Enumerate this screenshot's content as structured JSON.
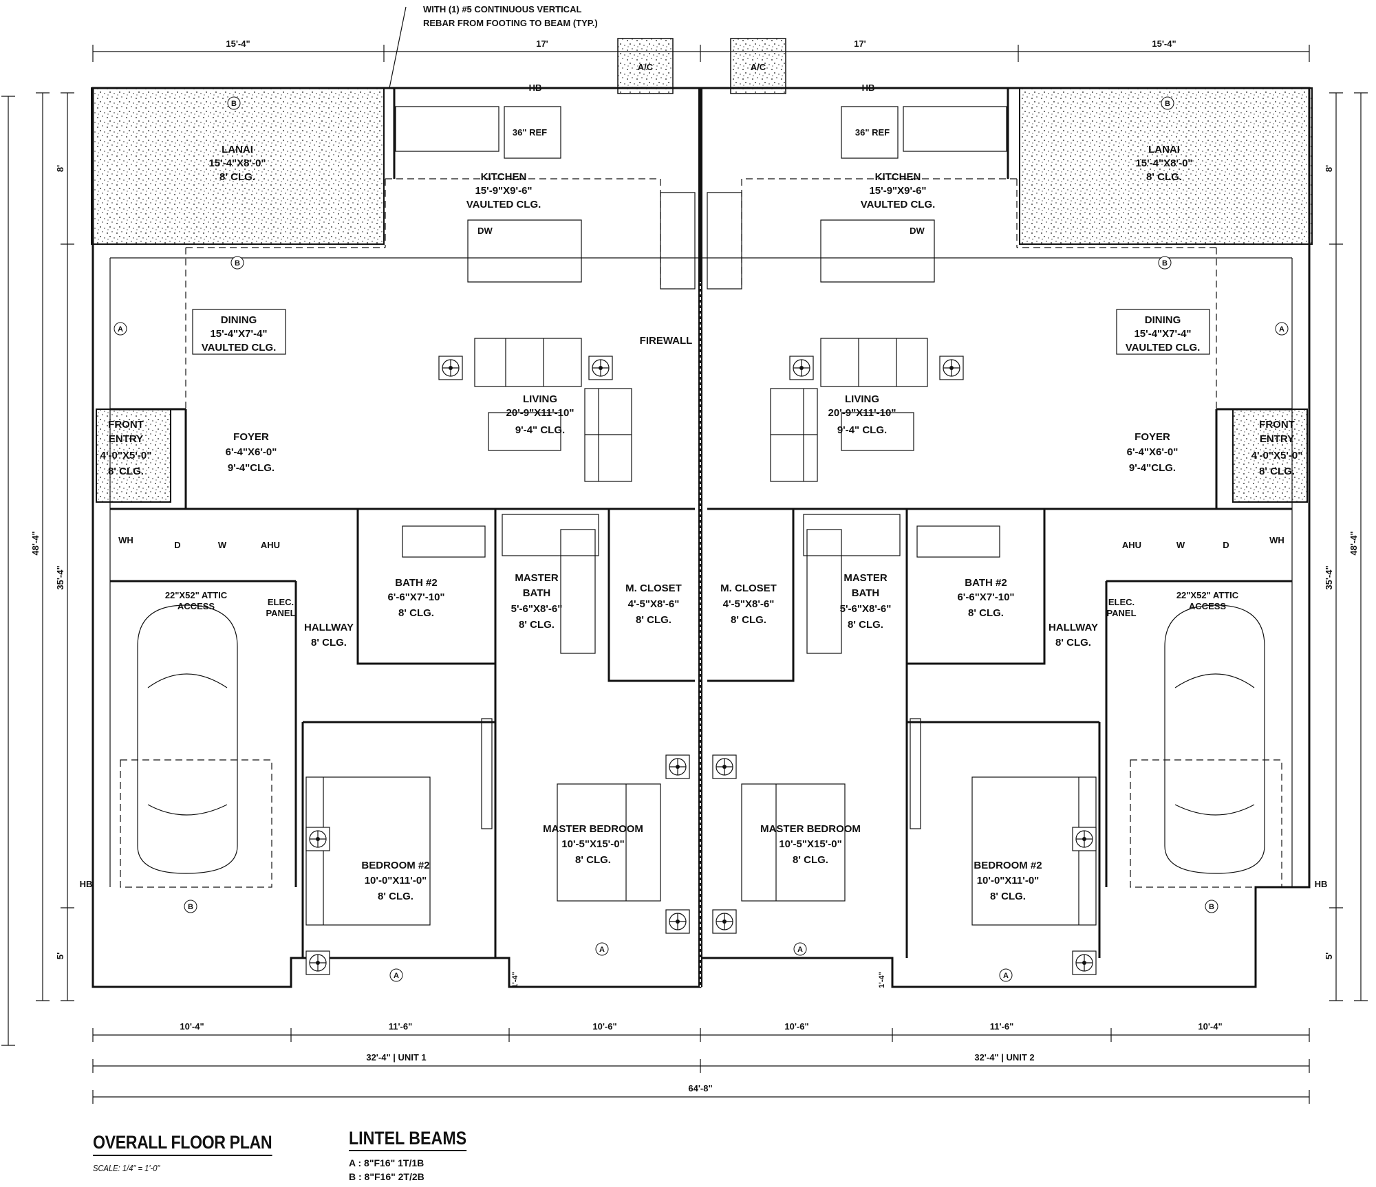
{
  "note_top": [
    "WITH (1) #5 CONTINUOUS VERTICAL",
    "REBAR FROM FOOTING TO BEAM (TYP.)"
  ],
  "firewall": "FIREWALL",
  "units": [
    {
      "lanai": [
        "LANAI",
        "15'-4\"X8'-0\"",
        "8' CLG."
      ],
      "kitchen": [
        "KITCHEN",
        "15'-9\"X9'-6\"",
        "VAULTED CLG."
      ],
      "ref": "36\" REF",
      "dw": "DW",
      "dining": [
        "DINING",
        "15'-4\"X7'-4\"",
        "VAULTED CLG."
      ],
      "living": [
        "LIVING",
        "20'-9\"X11'-10\"",
        "9'-4\" CLG."
      ],
      "front_entry": [
        "FRONT",
        "ENTRY",
        "4'-0\"X5'-0\"",
        "8' CLG."
      ],
      "foyer": [
        "FOYER",
        "6'-4\"X6'-0\"",
        "9'-4\"CLG."
      ],
      "wh": "WH",
      "w": "W",
      "d": "D",
      "ahu": "AHU",
      "attic": [
        "22\"X52\" ATTIC",
        "ACCESS"
      ],
      "elec": [
        "ELEC.",
        "PANEL"
      ],
      "hallway": [
        "HALLWAY",
        "8' CLG."
      ],
      "bath2": [
        "BATH #2",
        "6'-6\"X7'-10\"",
        "8' CLG."
      ],
      "master_bath": [
        "MASTER",
        "BATH",
        "5'-6\"X8'-6\"",
        "8' CLG."
      ],
      "m_closet": [
        "M. CLOSET",
        "4'-5\"X8'-6\"",
        "8' CLG."
      ],
      "master_bedroom": [
        "MASTER BEDROOM",
        "10'-5\"X15'-0\"",
        "8' CLG."
      ],
      "bedroom2": [
        "BEDROOM #2",
        "10'-0\"X11'-0\"",
        "8' CLG."
      ],
      "hb": "HB",
      "ac": "A/C"
    }
  ],
  "dimensions": {
    "top": [
      "15'-4\"",
      "17'",
      "17'",
      "15'-4\""
    ],
    "left_outer": "48'-4\"",
    "left_inner": "35'-4\"",
    "left_top": "8'",
    "left_bottom": "5'",
    "small": "1'-4\"",
    "bottom_row1": [
      "10'-4\"",
      "11'-6\"",
      "10'-6\"",
      "10'-6\"",
      "11'-6\"",
      "10'-4\""
    ],
    "bottom_row2": [
      "32'-4\" | UNIT 1",
      "32'-4\" | UNIT 2"
    ],
    "bottom_row3": "64'-8\""
  },
  "tags": {
    "a": "A",
    "b": "B"
  },
  "title": "OVERALL FLOOR PLAN",
  "scale": "SCALE: 1/4\" = 1'-0\"",
  "lintel": {
    "title": "LINTEL BEAMS",
    "a": "A : 8\"F16\" 1T/1B",
    "b": "B : 8\"F16\" 2T/2B"
  }
}
